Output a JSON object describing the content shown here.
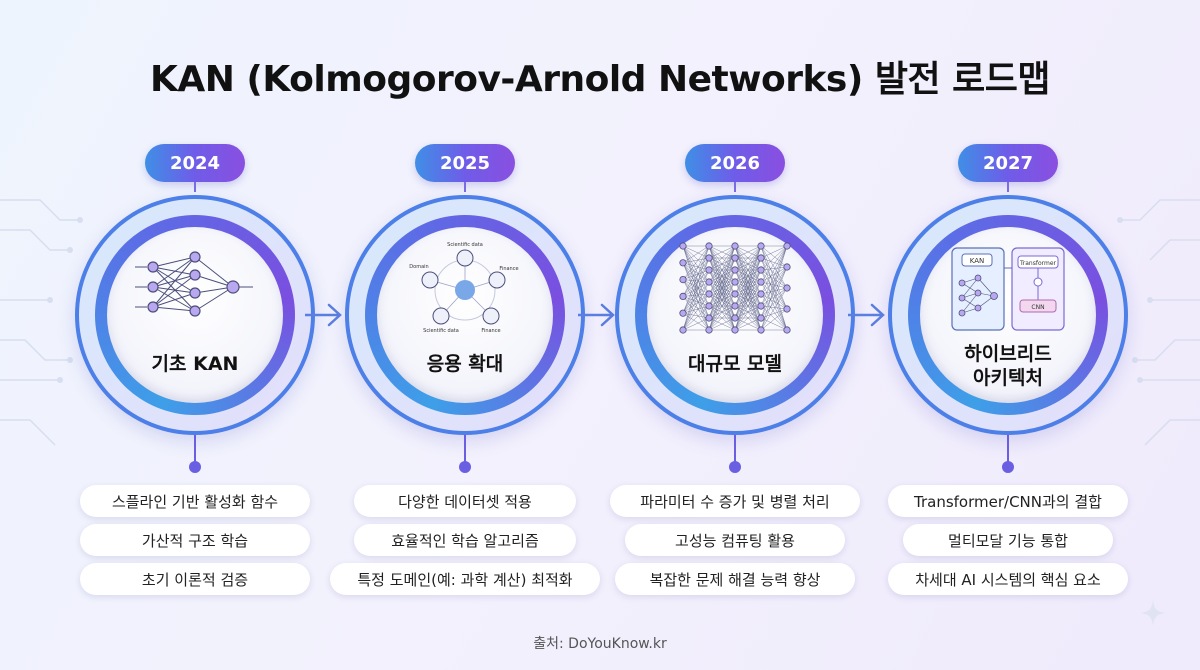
{
  "title": "KAN (Kolmogorov-Arnold Networks) 발전 로드맵",
  "stages": [
    {
      "year": "2024",
      "label": "기초 KAN",
      "icon": "neural-network-icon",
      "features": [
        "스플라인 기반 활성화 함수",
        "가산적 구조 학습",
        "초기 이론적 검증"
      ]
    },
    {
      "year": "2025",
      "label": "응용 확대",
      "icon": "application-domains-icon",
      "icon_labels": {
        "top": "Scientific data",
        "left": "Domain",
        "right": "Finance",
        "bottom_left": "Scientific data",
        "bottom_right": "Finance"
      },
      "features": [
        "다양한 데이터셋 적용",
        "효율적인 학습 알고리즘",
        "특정 도메인(예: 과학 계산) 최적화"
      ]
    },
    {
      "year": "2026",
      "label": "대규모 모델",
      "icon": "large-network-icon",
      "features": [
        "파라미터 수 증가 및 병렬 처리",
        "고성능 컴퓨팅 활용",
        "복잡한 문제 해결 능력 향상"
      ]
    },
    {
      "year": "2027",
      "label_line1": "하이브리드",
      "label_line2": "아키텍처",
      "icon": "hybrid-architecture-icon",
      "icon_labels": {
        "kan": "KAN",
        "transformer": "Transformer",
        "cnn": "CNN"
      },
      "features": [
        "Transformer/CNN과의 결합",
        "멀티모달 기능 통합",
        "차세대 AI 시스템의 핵심 요소"
      ]
    }
  ],
  "source": "출처: DoYouKnow.kr",
  "colors": {
    "blue": "#3f8fe6",
    "purple": "#7a4fe0",
    "ring": "#4d7fe8",
    "stem": "#6a5fe2"
  }
}
